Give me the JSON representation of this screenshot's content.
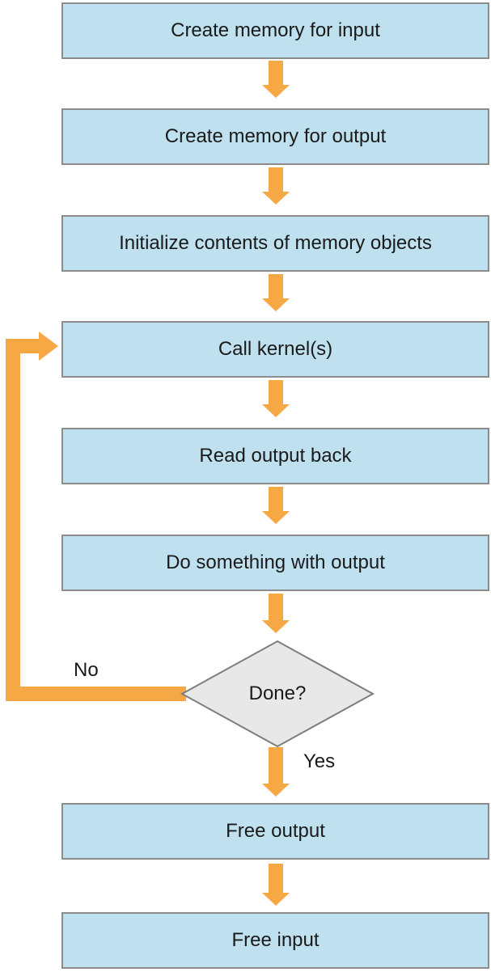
{
  "diagram": {
    "type": "flowchart",
    "steps": [
      {
        "id": "create-memory-input",
        "label": "Create memory for input"
      },
      {
        "id": "create-memory-output",
        "label": "Create memory for output"
      },
      {
        "id": "init-memory-objects",
        "label": "Initialize contents of memory objects"
      },
      {
        "id": "call-kernels",
        "label": "Call kernel(s)"
      },
      {
        "id": "read-output-back",
        "label": "Read output back"
      },
      {
        "id": "do-something-output",
        "label": "Do something with output"
      }
    ],
    "decision": {
      "id": "done",
      "label": "Done?",
      "no_label": "No",
      "yes_label": "Yes",
      "no_target": "call-kernels",
      "yes_target": "free-output"
    },
    "end_steps": [
      {
        "id": "free-output",
        "label": "Free output"
      },
      {
        "id": "free-input",
        "label": "Free input"
      }
    ]
  },
  "colors": {
    "background": "#ffffff",
    "process_fill": "#bfe1ef",
    "process_border": "#8c8c8c",
    "decision_fill": "#e8e8e8",
    "decision_border": "#7d7d7d",
    "arrow": "#f5a843",
    "text": "#1a1a1a"
  }
}
